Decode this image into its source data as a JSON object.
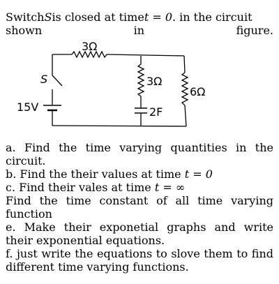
{
  "intro": {
    "line1_a": "Switch ",
    "line1_var1": "S",
    "line1_b": " is closed at time ",
    "line1_var2": "t = 0",
    "line1_c": ". in the circuit",
    "line2_a": "shown",
    "line2_b": "in",
    "line2_c": "figure."
  },
  "circuit": {
    "switch_label": "S",
    "battery_label": "15V",
    "r_top": "3Ω",
    "r_mid": "3Ω",
    "r_right": "6Ω",
    "capacitor": "2F"
  },
  "questions": {
    "a1": "a. Find the time varying quantities in the",
    "a2": "circuit.",
    "b_text": "b. Find the their values at time ",
    "b_math": "t = 0",
    "c_text": "c. Find their vales at time ",
    "c_math": "t = ∞",
    "d1": "Find the time constant of all time varying",
    "d2": "function",
    "e1": "e. Make their exponetial graphs and write",
    "e2": "their exponential equations.",
    "f1": "f. just write the equations to slove them to find",
    "f2": "different time varying functions."
  }
}
